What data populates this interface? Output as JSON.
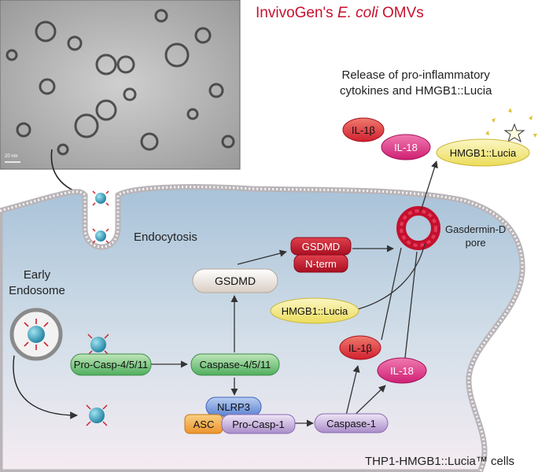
{
  "header": {
    "title_prefix": "InvivoGen's ",
    "title_italic": "E. coli",
    "title_suffix": " OMVs",
    "release_line1": "Release of pro-inflammatory",
    "release_line2": "cytokines and HMGB1::Lucia"
  },
  "micrograph": {
    "scale_label": "20 nm"
  },
  "labels": {
    "endocytosis": "Endocytosis",
    "early_endosome_line1": "Early",
    "early_endosome_line2": "Endosome",
    "gasdermin_line1": "Gasdermin-D",
    "gasdermin_line2": "pore",
    "cells": "THP1-HMGB1::Lucia™ cells"
  },
  "nodes": {
    "gsdmd": "GSDMD",
    "gsdmd_nterm_top": "GSDMD",
    "gsdmd_nterm_bottom": "N-term",
    "pro_casp_4511": "Pro-Casp-4/5/11",
    "caspase_4511": "Caspase-4/5/11",
    "nlrp3": "NLRP3",
    "asc": "ASC",
    "pro_casp_1": "Pro-Casp-1",
    "caspase_1": "Caspase-1",
    "hmgb1_lucia_inside": "HMGB1::Lucia",
    "il1b_inside": "IL-1β",
    "il18_inside": "IL-18",
    "il1b_outside": "IL-1β",
    "il18_outside": "IL-18",
    "hmgb1_lucia_outside": "HMGB1::Lucia"
  },
  "colors": {
    "title_red": "#c8102e",
    "cell_fill_top": "#a9c3d8",
    "cell_fill_bottom": "#f4eaf0",
    "green": "#5fb86a",
    "purple": "#b9a2d2",
    "blue": "#6f93d8",
    "orange": "#f0a23c",
    "red": "#d9273c",
    "magenta": "#d42b7e",
    "yellow": "#f2e87e",
    "grey": "#e5ded8"
  }
}
